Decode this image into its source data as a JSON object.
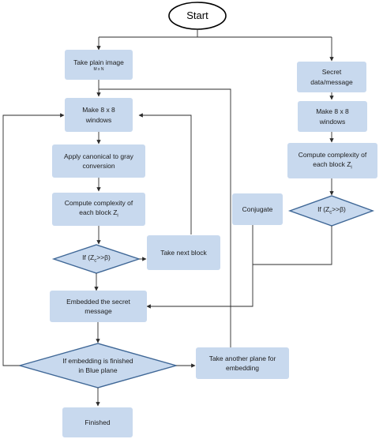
{
  "flowchart": {
    "start": "Start",
    "take_plain_image": "Take plain image",
    "take_plain_image_sub": "M x N",
    "secret_line1": "Secret",
    "secret_line2": "data/message",
    "make_windows_left_1": "Make 8 x 8",
    "make_windows_left_2": "windows",
    "make_windows_right_1": "Make 8 x 8",
    "make_windows_right_2": "windows",
    "canonical_1": "Apply canonical to gray",
    "canonical_2": "conversion",
    "complexity_left_1": "Compute complexity of",
    "complexity_left_2": "each block Z",
    "complexity_left_sub": "i",
    "complexity_right_1": "Compute complexity of",
    "complexity_right_2": "each block Z",
    "complexity_right_sub": "i",
    "conjugate": "Conjugate",
    "decision_left": "If (Z",
    "decision_left_sub": "c",
    "decision_left_tail": ">>β)",
    "decision_right": "If (Z",
    "decision_right_sub": "c",
    "decision_right_tail": ">>β)",
    "take_next_block": "Take next block",
    "embedded_1": "Embedded the secret",
    "embedded_2": "message",
    "finished_check_1": "If embedding is finished",
    "finished_check_2": "in Blue plane",
    "another_plane_1": "Take another plane for",
    "another_plane_2": "embedding",
    "finished": "Finished"
  },
  "colors": {
    "box_fill": "#c8d9ee",
    "diamond_fill": "#c8d9ee",
    "diamond_stroke": "#3f6796",
    "connector": "#2b2b2b"
  }
}
